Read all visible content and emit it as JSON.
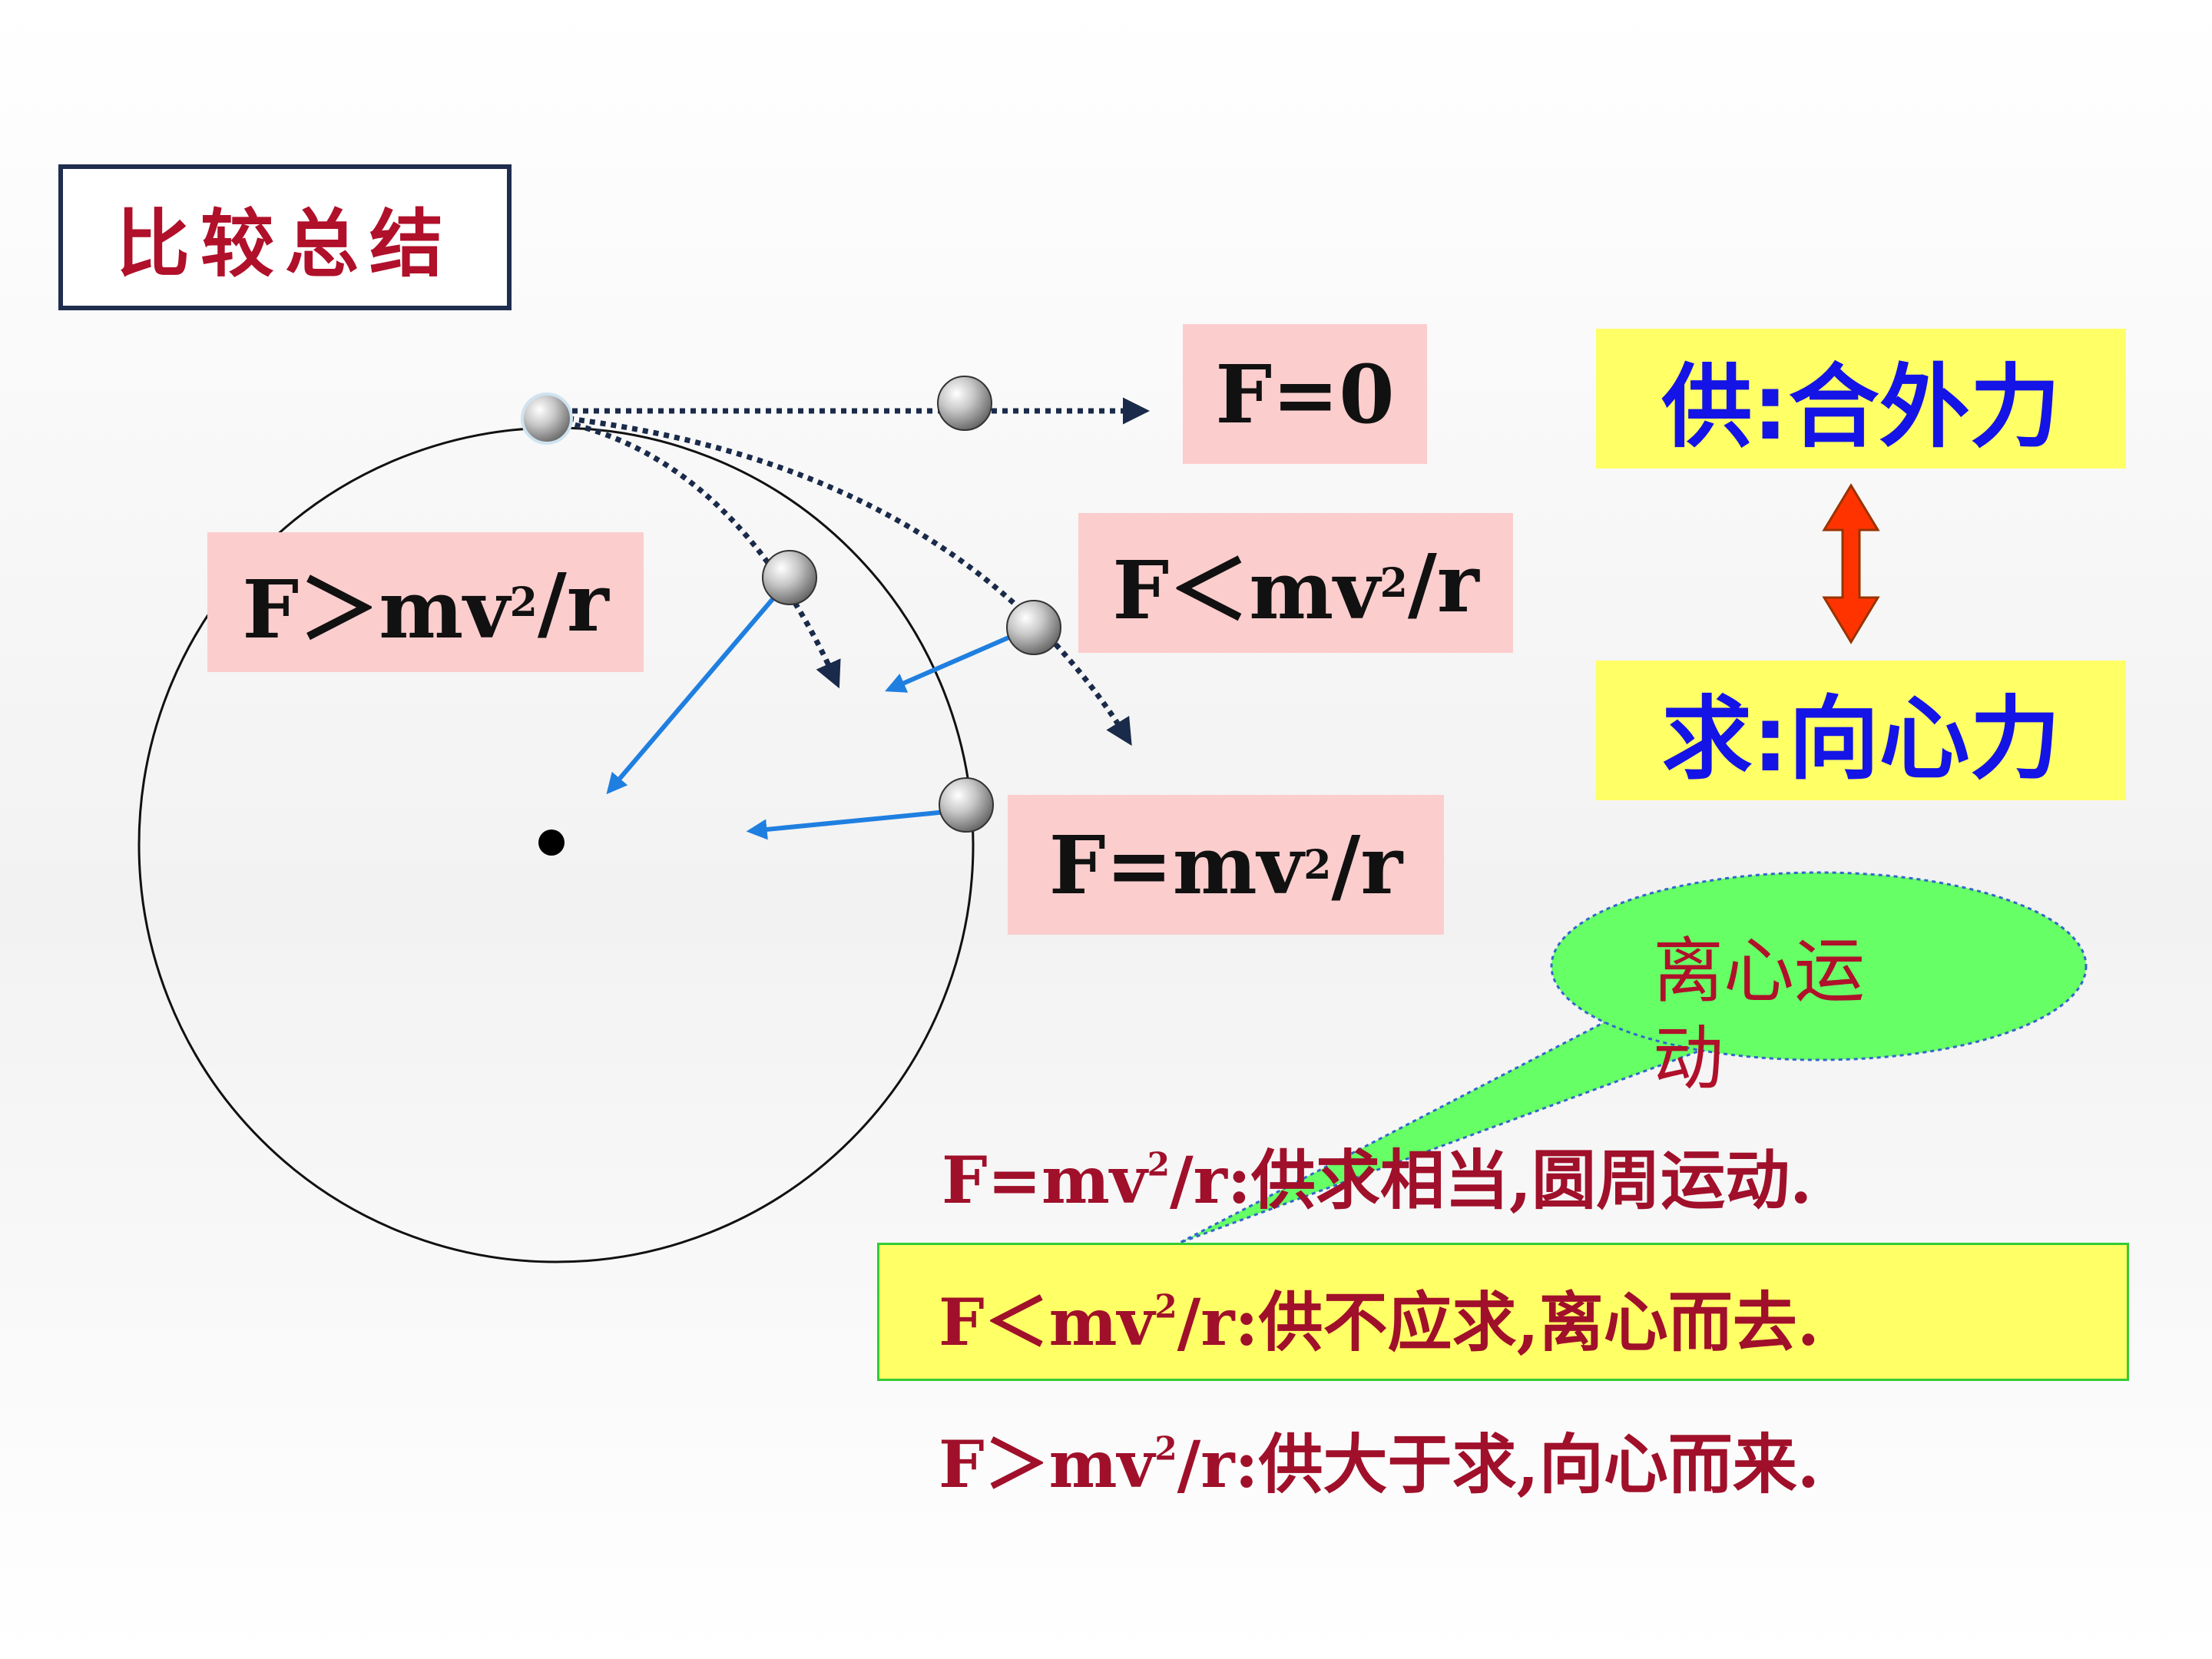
{
  "title": "比较总结",
  "labels": {
    "f_zero": "F=0",
    "f_greater": {
      "prefix": "F＞mv",
      "sup": "2",
      "suffix": "/r"
    },
    "f_less": {
      "prefix": "F＜mv",
      "sup": "2",
      "suffix": "/r"
    },
    "f_equal": {
      "prefix": "F=mv",
      "sup": "2",
      "suffix": "/r"
    }
  },
  "supply_label": "供:合外力",
  "demand_label": "求:向心力",
  "bubble_text": "离心运动",
  "summary_lines": [
    {
      "prefix": "F=mv",
      "sup": "2",
      "suffix": "/r:供求相当,圆周运动."
    },
    {
      "prefix": "F＜mv",
      "sup": "2",
      "suffix": "/r:供不应求,离心而去."
    },
    {
      "prefix": "F＞mv",
      "sup": "2",
      "suffix": "/r:供大于求,向心而来."
    }
  ],
  "colors": {
    "title_text": "#b0102a",
    "label_box": "#fccdcd",
    "highlight_box": "#ffff66",
    "supply_text": "#1414e6",
    "summary_text": "#a0102a",
    "bubble_fill": "#66ff66",
    "force_arrow": "#1f7fe0",
    "double_arrow": "#ff3300"
  }
}
